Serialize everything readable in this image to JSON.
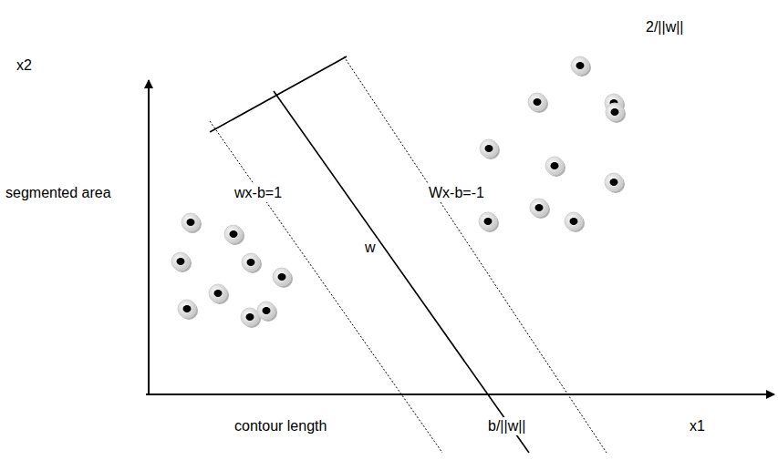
{
  "diagram": {
    "labels": [
      "2/||w||",
      "x2",
      "segmented area",
      "wx-b=1",
      "Wx-b=-1",
      "w",
      "contour length",
      "b/||w||",
      "x1"
    ]
  }
}
